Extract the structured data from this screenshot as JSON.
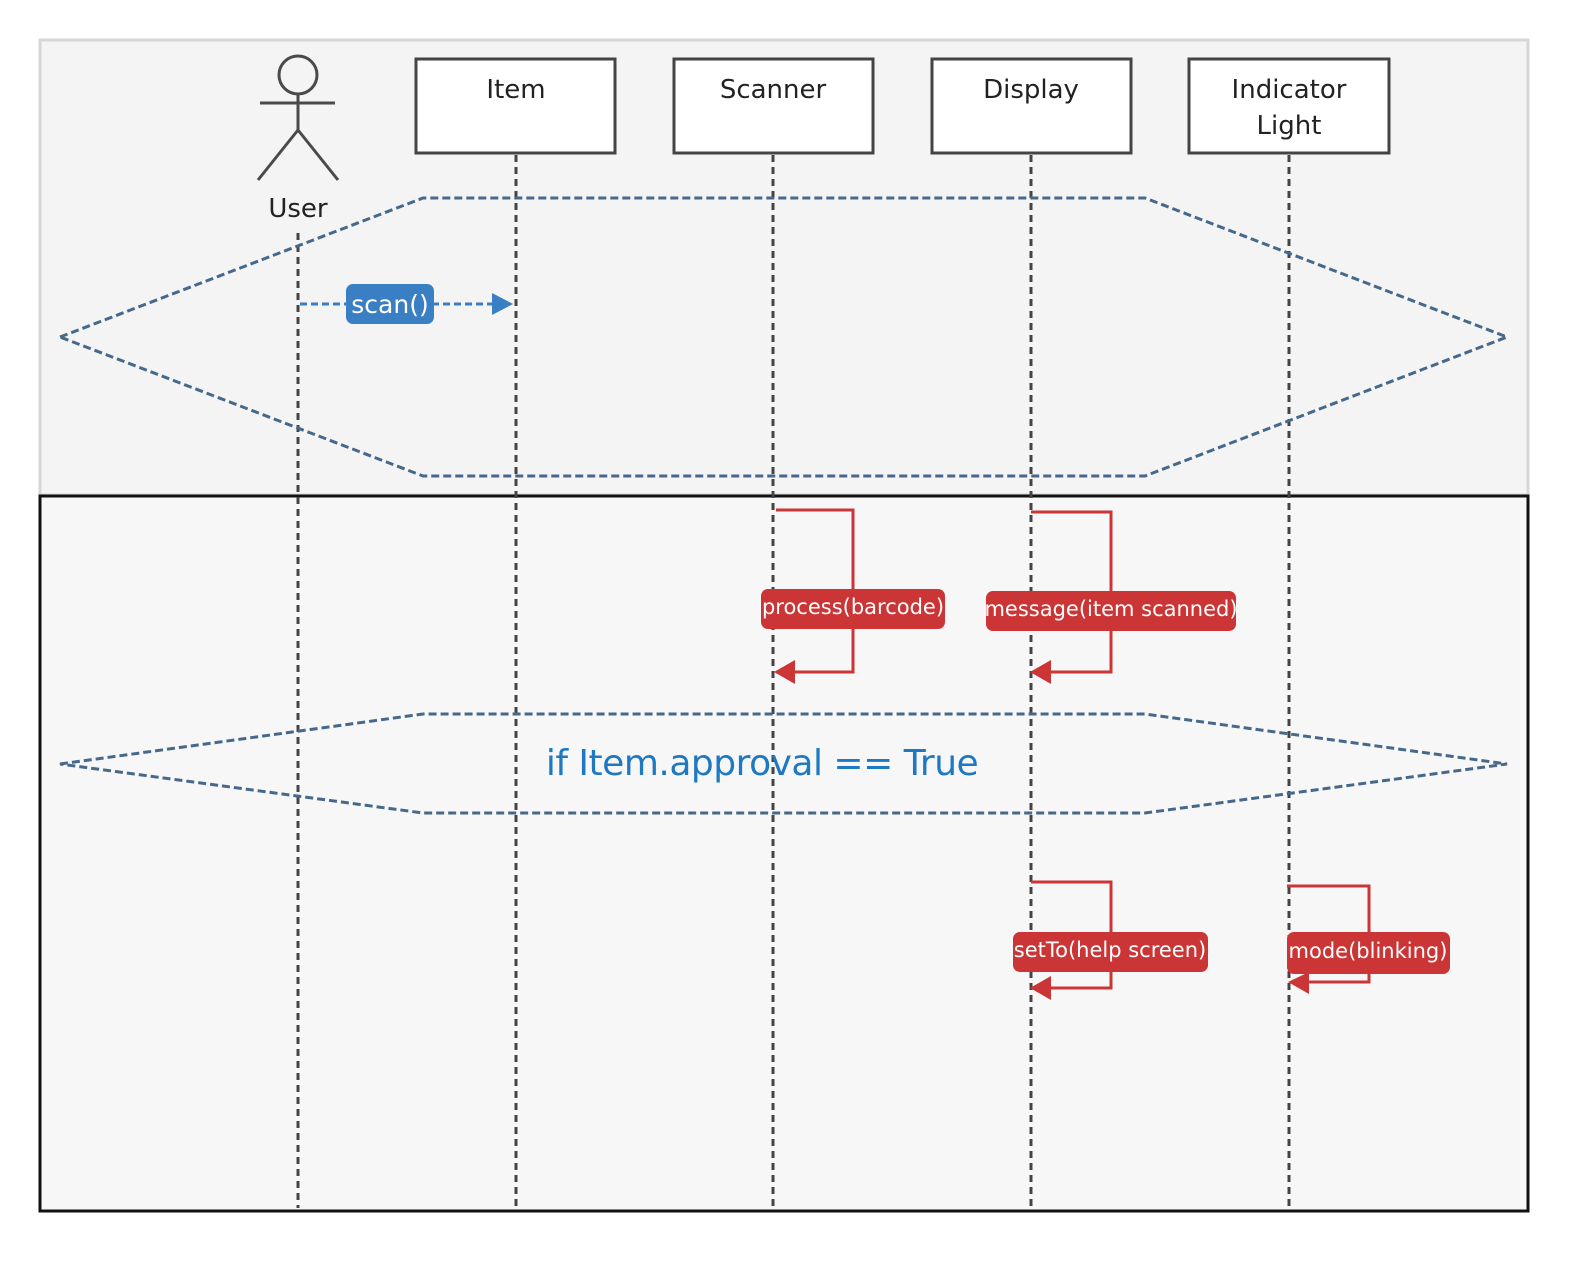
{
  "participants": {
    "user": "User",
    "item": "Item",
    "scanner": "Scanner",
    "display": "Display",
    "indicator_line1": "Indicator",
    "indicator_line2": "Light"
  },
  "messages": {
    "scan": "scan()",
    "process": "process(barcode)",
    "message": "message(item scanned)",
    "set_to": "setTo(help screen)",
    "mode": "mode(blinking)"
  },
  "condition": "if Item.approval == True",
  "colors": {
    "lifeline": "#444444",
    "frame_dash": "#46688a",
    "scan_message": "#3a7fc4",
    "self_message": "#cc3535",
    "condition_text": "#1e78c2",
    "upper_panel": "#f4f4f4",
    "lower_panel": "#f7f7f7"
  }
}
